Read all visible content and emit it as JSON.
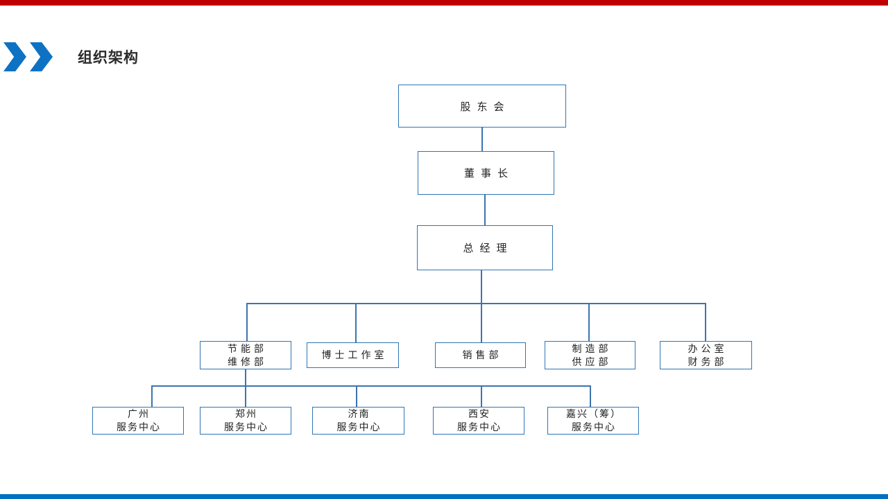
{
  "slide": {
    "title": "组织架构"
  },
  "org_chart": {
    "type": "org-tree",
    "top_chain": [
      "股东会",
      "董事长",
      "总经理"
    ],
    "departments": [
      [
        "节能部",
        "维修部"
      ],
      [
        "博士工作室"
      ],
      [
        "销售部"
      ],
      [
        "制造部",
        "供应部"
      ],
      [
        "办公室",
        "财务部"
      ]
    ],
    "service_centers": [
      [
        "广州",
        "服务中心"
      ],
      [
        "郑州",
        "服务中心"
      ],
      [
        "济南",
        "服务中心"
      ],
      [
        "西安",
        "服务中心"
      ],
      [
        "嘉兴（筹）",
        "服务中心"
      ]
    ]
  },
  "colors": {
    "top_bar": "#c00000",
    "bottom_bar": "#0070c0",
    "title_accent": "#0d72c4",
    "box_border": "#2e75b6",
    "connector": "#3d73ae",
    "title_text": "#2b2b2b"
  }
}
